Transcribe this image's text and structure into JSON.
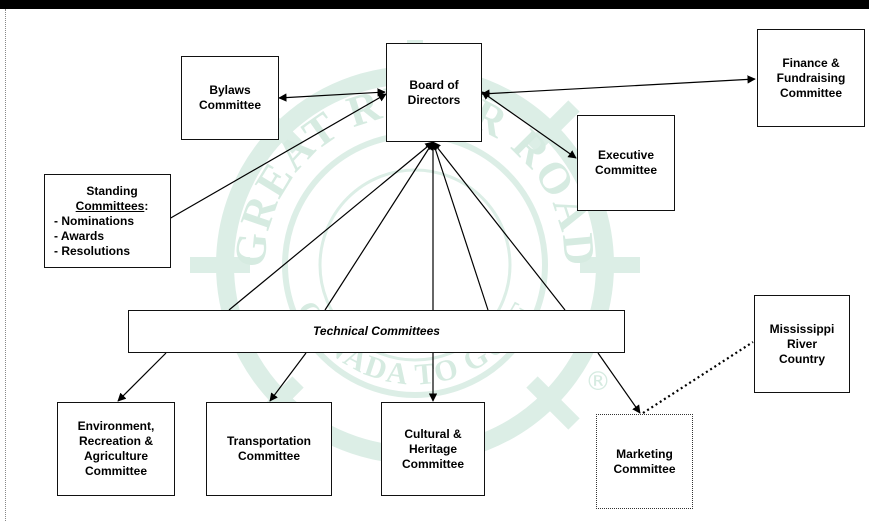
{
  "nodes": {
    "board": [
      "Board of",
      "Directors"
    ],
    "bylaws": [
      "Bylaws",
      "Committee"
    ],
    "finance": [
      "Finance &",
      "Fundraising",
      "Committee"
    ],
    "executive": [
      "Executive",
      "Committee"
    ],
    "standing": {
      "title": "Standing",
      "subtitle": "Committees",
      "colon": ":",
      "items": [
        "- Nominations",
        "- Awards",
        "- Resolutions"
      ]
    },
    "technical": "Technical Committees",
    "mississippi": [
      "Mississippi",
      "River",
      "Country"
    ],
    "environment": [
      "Environment,",
      "Recreation &",
      "Agriculture",
      "Committee"
    ],
    "transportation": [
      "Transportation",
      "Committee"
    ],
    "cultural": [
      "Cultural &",
      "Heritage",
      "Committee"
    ],
    "marketing": [
      "Marketing",
      "Committee"
    ]
  },
  "watermark": {
    "text_top": "GREAT RIVER ROAD",
    "text_bottom": "CANADA TO GULF",
    "mark": "®"
  }
}
